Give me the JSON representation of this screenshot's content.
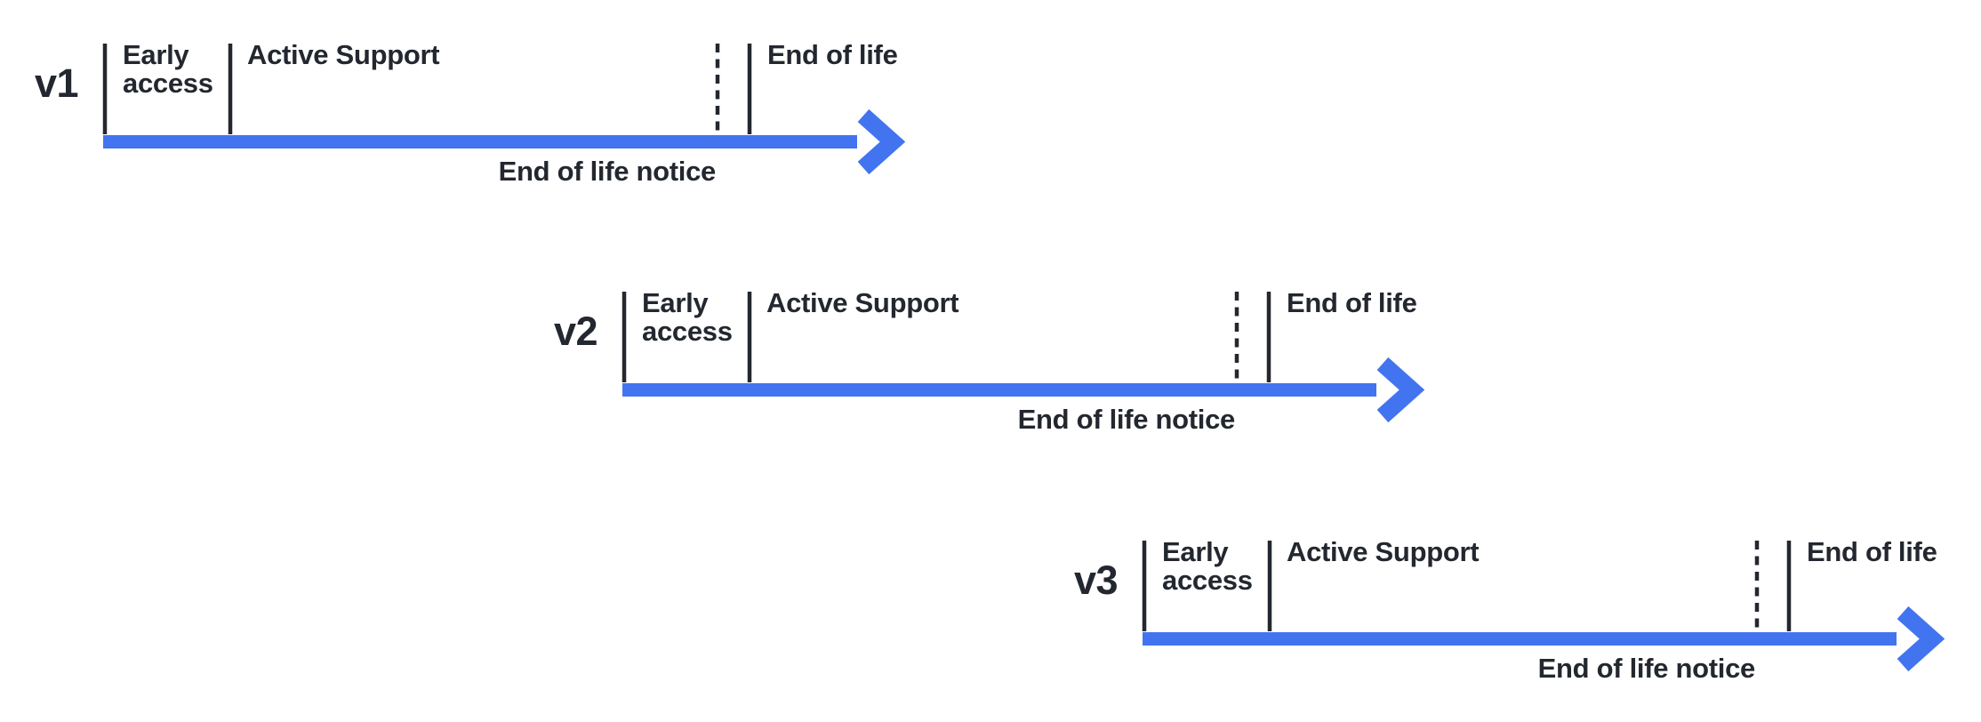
{
  "diagram": {
    "background": "#ffffff",
    "colors": {
      "arrow_blue": "#4374f0",
      "ink": "#23272f"
    },
    "phases": {
      "early_access_lines": [
        "Early",
        "access"
      ],
      "active_support": "Active Support",
      "end_of_life": "End of life",
      "end_of_life_notice": "End of life notice"
    },
    "versions": [
      {
        "name": "v1"
      },
      {
        "name": "v2"
      },
      {
        "name": "v3"
      }
    ]
  }
}
